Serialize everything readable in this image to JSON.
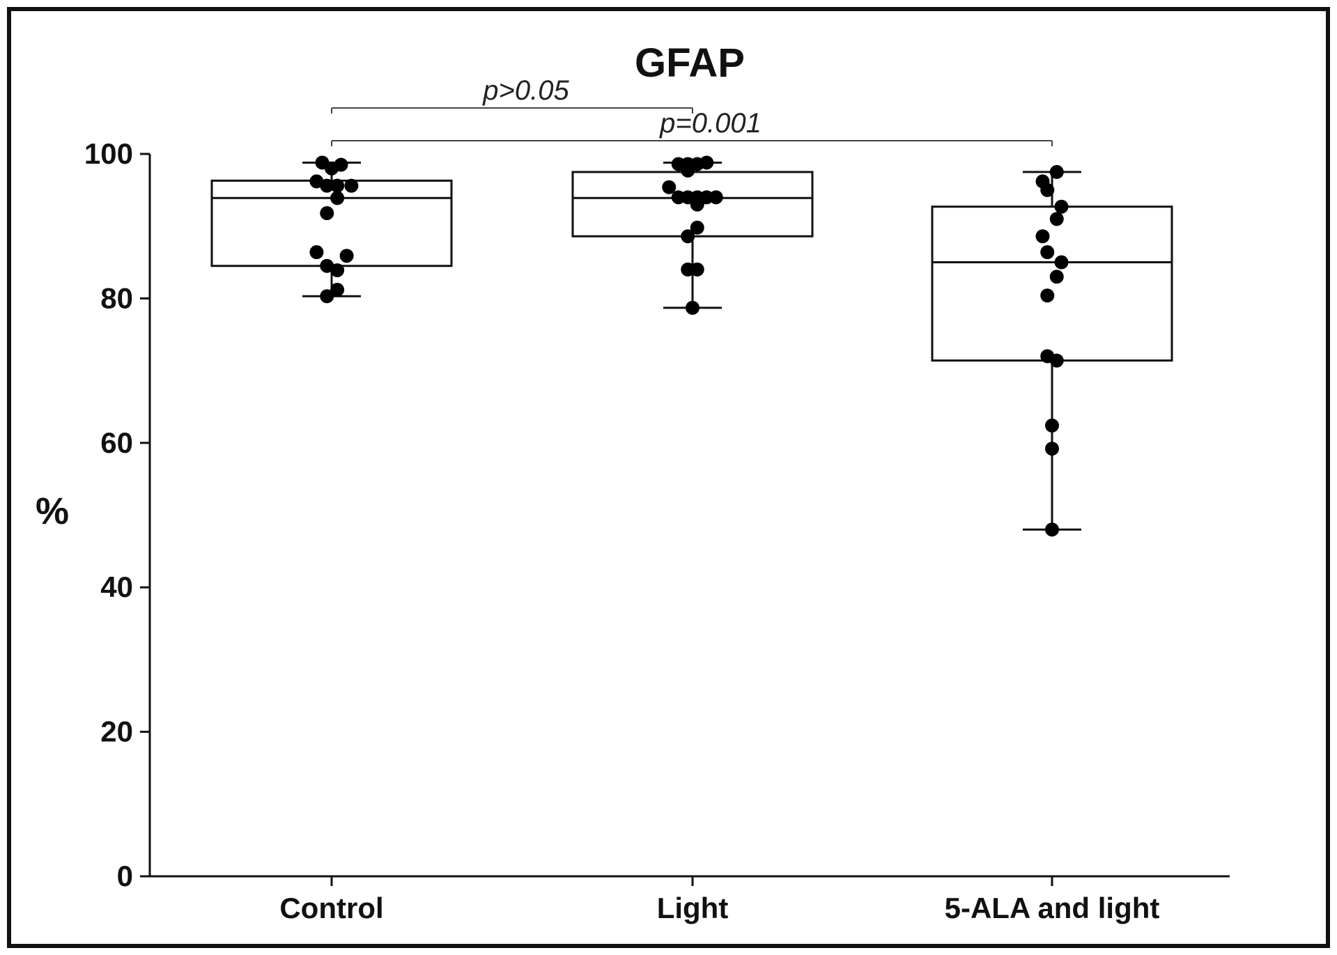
{
  "chart_data": {
    "type": "box",
    "title": "GFAP",
    "xlabel": "",
    "ylabel": "%",
    "ylim": [
      0,
      100
    ],
    "yticks": [
      0,
      20,
      40,
      60,
      80,
      100
    ],
    "ytick_labels": [
      "0",
      "20",
      "40",
      "60",
      "80",
      "100"
    ],
    "grid": false,
    "categories": [
      "Control",
      "Light",
      "5-ALA and light"
    ],
    "boxes": [
      {
        "category": "Control",
        "min": 80.3,
        "q1": 84.5,
        "median": 93.9,
        "q3": 96.3,
        "max": 98.8
      },
      {
        "category": "Light",
        "min": 78.7,
        "q1": 88.6,
        "median": 93.9,
        "q3": 97.5,
        "max": 98.8
      },
      {
        "category": "5-ALA and light",
        "min": 48.0,
        "q1": 71.4,
        "median": 85.0,
        "q3": 92.7,
        "max": 97.5
      }
    ],
    "points": [
      {
        "category": "Control",
        "offsets": [
          -0.1,
          0.1,
          0.0,
          -0.16,
          -0.05,
          0.06,
          0.21,
          0.06,
          -0.05,
          -0.16,
          0.16,
          -0.05,
          0.06,
          0.06,
          -0.05
        ],
        "values": [
          98.8,
          98.5,
          98.0,
          96.2,
          95.6,
          95.6,
          95.6,
          93.9,
          91.8,
          86.4,
          85.9,
          84.5,
          83.9,
          81.2,
          80.3
        ]
      },
      {
        "category": "Light",
        "offsets": [
          -0.15,
          -0.05,
          0.05,
          0.15,
          -0.05,
          -0.25,
          -0.15,
          -0.05,
          0.05,
          0.15,
          0.25,
          0.05,
          0.05,
          -0.05,
          -0.05,
          0.05,
          0.0
        ],
        "values": [
          98.6,
          98.6,
          98.6,
          98.8,
          97.7,
          95.4,
          94.0,
          94.0,
          94.0,
          94.0,
          94.0,
          93.0,
          89.8,
          88.6,
          84.0,
          84.0,
          78.7
        ]
      },
      {
        "category": "5-ALA and light",
        "offsets": [
          -0.1,
          0.05,
          -0.05,
          0.1,
          0.05,
          -0.1,
          -0.05,
          0.1,
          0.05,
          -0.05,
          -0.05,
          0.05,
          0.0,
          0.0,
          0.0
        ],
        "values": [
          96.2,
          97.5,
          95.0,
          92.7,
          91.0,
          88.6,
          86.4,
          85.0,
          83.0,
          80.4,
          72.0,
          71.4,
          62.4,
          59.2,
          48.0
        ]
      }
    ],
    "comparisons": [
      {
        "from": "Control",
        "to": "Light",
        "label": "p>0.05"
      },
      {
        "from": "Control",
        "to": "5-ALA and light",
        "label": "p=0.001"
      }
    ]
  }
}
